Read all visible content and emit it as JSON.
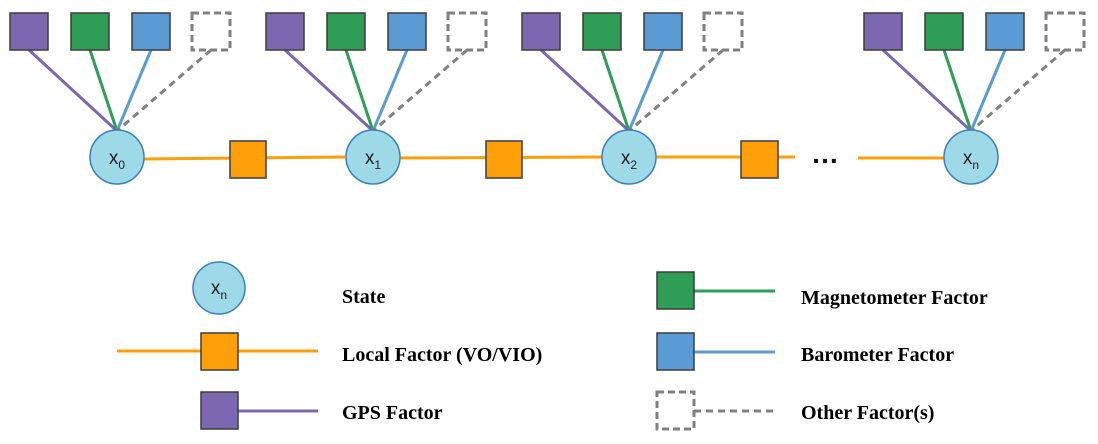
{
  "colors": {
    "gps": "#7B68B0",
    "magnetometer": "#2E9E56",
    "barometer": "#5B9BD5",
    "other": "#808080",
    "local": "#FFA00A",
    "state_fill": "#9ED9E8",
    "state_stroke": "#3A7FBE",
    "dark_border": "#3C3C3C"
  },
  "states": [
    {
      "base": "x",
      "sub": "0"
    },
    {
      "base": "x",
      "sub": "1"
    },
    {
      "base": "x",
      "sub": "2"
    },
    {
      "base": "x",
      "sub": "n"
    }
  ],
  "ellipsis": "…",
  "legend": {
    "state_symbol": {
      "base": "x",
      "sub": "n"
    },
    "state": "State",
    "local": "Local Factor (VO/VIO)",
    "gps": "GPS Factor",
    "magnetometer": "Magnetometer Factor",
    "barometer": "Barometer Factor",
    "other": "Other Factor(s)"
  }
}
